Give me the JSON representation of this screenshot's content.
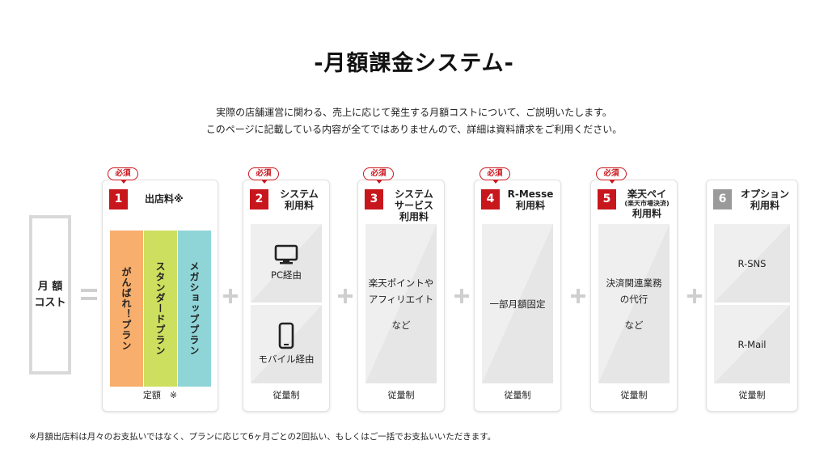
{
  "title": "-月額課金システム-",
  "intro": {
    "line1": "実際の店舗運営に関わる、売上に応じて発生する月額コストについて、ご説明いたします。",
    "line2": "このページに記載している内容が全てではありませんので、詳細は資料請求をご利用ください。"
  },
  "monthly_cost": {
    "line1": "月 額",
    "line2": "コスト"
  },
  "required_label": "必須",
  "cards": [
    {
      "number": "1",
      "title": "出店料※",
      "plans": [
        {
          "label": "がんばれ！プラン",
          "color": "#f8ae6c"
        },
        {
          "label": "スタンダードプラン",
          "color": "#cddf5e"
        },
        {
          "label": "メガショッププラン",
          "color": "#8fd5d8"
        }
      ],
      "footer": "定額　※"
    },
    {
      "number": "2",
      "title_line1": "システム",
      "title_line2": "利用料",
      "upper": "PC経由",
      "lower": "モバイル経由",
      "footer": "従量制"
    },
    {
      "number": "3",
      "title_line1": "システム",
      "title_line2": "サービス",
      "title_line3": "利用料",
      "line1": "楽天ポイントや",
      "line2": "アフィリエイト",
      "line3": "など",
      "footer": "従量制"
    },
    {
      "number": "4",
      "title_line1": "R-Messe",
      "title_line2": "利用料",
      "line1": "一部月額固定",
      "footer": "従量制"
    },
    {
      "number": "5",
      "title_line1": "楽天ペイ",
      "title_small": "(楽天市場決済)",
      "title_line2": "利用料",
      "line1": "決済関連業務",
      "line2": "の代行",
      "line3": "など",
      "footer": "従量制"
    },
    {
      "number": "6",
      "title_line1": "オプション",
      "title_line2": "利用料",
      "upper": "R-SNS",
      "lower": "R-Mail",
      "footer": "従量制"
    }
  ],
  "footnote": "※月額出店料は月々のお支払いではなく、プランに応じて6ヶ月ごとの2回払い、もしくはご一括でお支払いいただきます。",
  "colors": {
    "accent_red": "#c8161d",
    "gray_number": "#9a9a9a",
    "operator": "#cfcfcf"
  }
}
